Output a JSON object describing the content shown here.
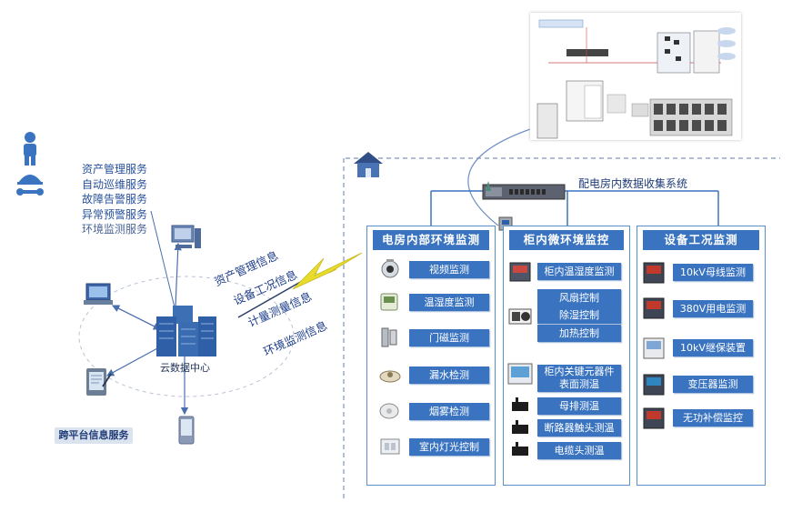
{
  "services": [
    "资产管理服务",
    "自动巡维服务",
    "故障告警服务",
    "异常预警服务",
    "环境监测服务"
  ],
  "cloud_label": "云数据中心",
  "cross_platform": "跨平台信息服务",
  "wireless_labels": [
    "资产管理信息",
    "设备工况信息",
    "计量测量信息",
    "环境监测信息"
  ],
  "system_title": "配电房内数据收集系统",
  "panels": [
    {
      "title": "电房内部环境监测",
      "items": [
        "视频监测",
        "温湿度监测",
        "门磁监测",
        "漏水检测",
        "烟雾检测",
        "室内灯光控制"
      ]
    },
    {
      "title": "柜内微环境监控",
      "items": [
        "柜内温湿度监测",
        "风扇控制",
        "除湿控制",
        "加热控制",
        "柜内关键元器件\n表面测温",
        "母排测温",
        "断路器触头测温",
        "电缆头测温"
      ]
    },
    {
      "title": "设备工况监测",
      "items": [
        "10kV母线监测",
        "380V用电监测",
        "10kV继保装置",
        "变压器监测",
        "无功补偿监控"
      ]
    }
  ],
  "colors": {
    "accent": "#3a74c0",
    "panel_border": "#5b8fc9",
    "text": "#27509a",
    "lightning": "#e8dc2a"
  }
}
